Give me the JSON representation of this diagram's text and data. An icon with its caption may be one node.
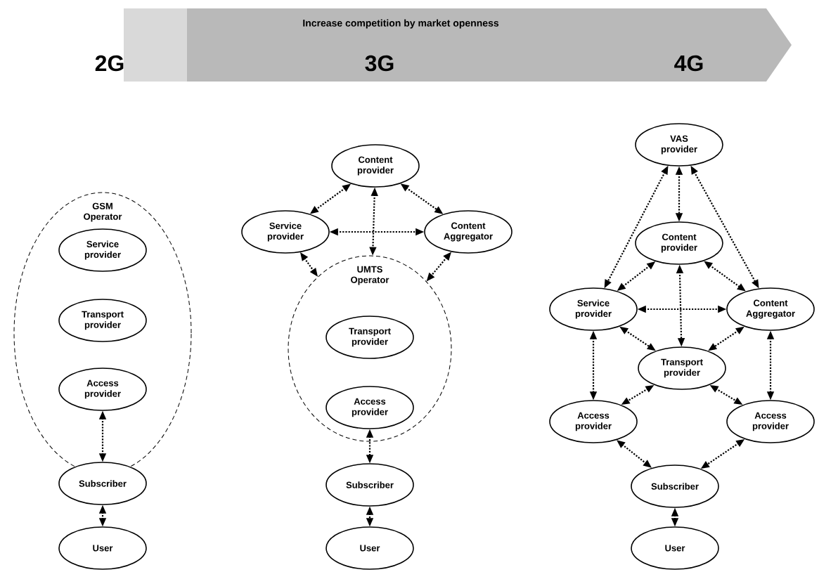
{
  "diagram": {
    "nodes": [
      {
        "text": [
          "GSM Operator"
        ]
      },
      {
        "text": [
          "Service provider"
        ],
        "in": 0
      },
      {
        "text": [
          "Transport provider"
        ],
        "in": 0
      },
      {
        "text": [
          "Access provider"
        ],
        "in": 0
      },
      {
        "text": [
          "Subscriber"
        ]
      },
      {
        "text": [
          "User"
        ]
      },
      {
        "text": [
          "Content provider"
        ]
      },
      {
        "text": [
          "Service provider"
        ]
      },
      {
        "text": [
          "Content Aggregator"
        ]
      },
      {
        "text": [
          "UMTS Operator"
        ]
      },
      {
        "text": [
          "Transport provider"
        ],
        "in": 9
      },
      {
        "text": [
          "Access provider"
        ],
        "in": 9
      },
      {
        "text": [
          "Subscriber"
        ]
      },
      {
        "text": [
          "User"
        ]
      },
      {
        "text": [
          "VAS provider"
        ]
      },
      {
        "text": [
          "Content provider"
        ]
      },
      {
        "text": [
          "Service provider"
        ]
      },
      {
        "text": [
          "Content Aggregator"
        ]
      },
      {
        "text": [
          "Transport provider"
        ]
      },
      {
        "text": [
          "Access provider"
        ]
      },
      {
        "text": [
          "Access provider"
        ]
      },
      {
        "text": [
          "Subscriber"
        ]
      },
      {
        "text": [
          "User"
        ]
      }
    ],
    "edges": [
      {
        "from": 3,
        "to": 4,
        "arrow": "both"
      },
      {
        "from": 4,
        "to": 5,
        "arrow": "both"
      },
      {
        "from": 6,
        "to": 7,
        "arrow": "both"
      },
      {
        "from": 6,
        "to": 8,
        "arrow": "both"
      },
      {
        "from": 6,
        "to": 9,
        "arrow": "both"
      },
      {
        "from": 7,
        "to": 8,
        "arrow": "both"
      },
      {
        "from": 7,
        "to": 9,
        "arrow": "both"
      },
      {
        "from": 8,
        "to": 9,
        "arrow": "both"
      },
      {
        "from": 11,
        "to": 12,
        "arrow": "both"
      },
      {
        "from": 12,
        "to": 13,
        "arrow": "both"
      },
      {
        "from": 14,
        "to": 15,
        "arrow": "both"
      },
      {
        "from": 14,
        "to": 16,
        "arrow": "both"
      },
      {
        "from": 14,
        "to": 17,
        "arrow": "both"
      },
      {
        "from": 15,
        "to": 16,
        "arrow": "both"
      },
      {
        "from": 15,
        "to": 17,
        "arrow": "both"
      },
      {
        "from": 15,
        "to": 18,
        "arrow": "both"
      },
      {
        "from": 16,
        "to": 17,
        "arrow": "both"
      },
      {
        "from": 16,
        "to": 18,
        "arrow": "both"
      },
      {
        "from": 17,
        "to": 18,
        "arrow": "both"
      },
      {
        "from": 16,
        "to": 19,
        "arrow": "both"
      },
      {
        "from": 17,
        "to": 20,
        "arrow": "both"
      },
      {
        "from": 18,
        "to": 19,
        "arrow": "both"
      },
      {
        "from": 18,
        "to": 20,
        "arrow": "both"
      },
      {
        "from": 19,
        "to": 21,
        "arrow": "both"
      },
      {
        "from": 20,
        "to": 21,
        "arrow": "both"
      },
      {
        "from": 21,
        "to": 22,
        "arrow": "both"
      }
    ],
    "labels": [
      "Increase competition by market openness",
      "2G",
      "3G",
      "4G"
    ]
  }
}
